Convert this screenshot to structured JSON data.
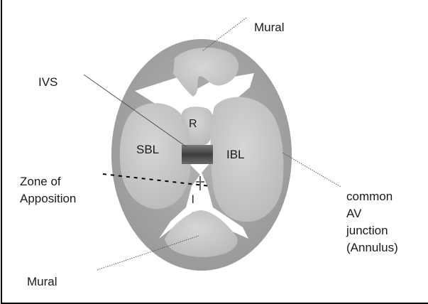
{
  "diagram": {
    "labels": {
      "mural_top": "Mural",
      "ivs": "IVS",
      "r": "R",
      "sbl": "SBL",
      "ibl": "IBL",
      "zone_line1": "Zone of",
      "zone_line2": "Apposition",
      "l": "l",
      "annulus_line1": "common",
      "annulus_line2": "AV",
      "annulus_line3": "junction",
      "annulus_line4": "(Annulus)",
      "mural_bottom": "Mural"
    },
    "colors": {
      "annulus_ring": "#a6a6a6",
      "leaflet": "#c2c2c2",
      "leaflet_highlight": "#d4d4d4",
      "septum_band": "#555555",
      "border": "#000000",
      "leader_line": "#555555"
    }
  }
}
